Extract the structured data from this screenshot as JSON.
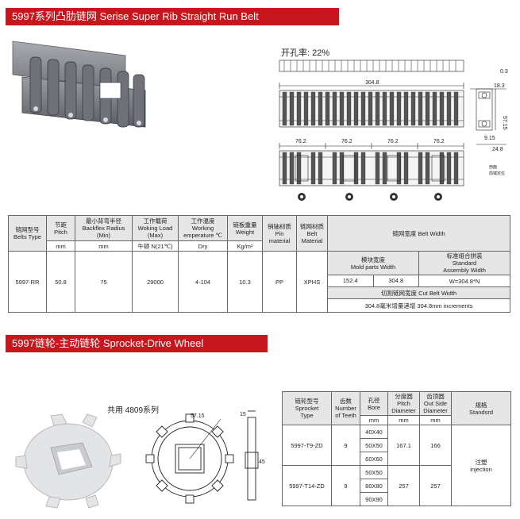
{
  "section1": {
    "title": "5997系列凸肋链网  Serise Super Rib Straight Run Belt",
    "open_area_label": "开孔率: 22%",
    "dims": {
      "width_total": "304.8",
      "pitch_seg": "76.2",
      "d_183": "18.3",
      "d_57": "57.15",
      "d_915": "9.15",
      "d_248": "24.8",
      "d_03": "0.3"
    },
    "note": "剖面 前端定位"
  },
  "belt_table": {
    "headers": {
      "type": "链网型号\nBelts Type",
      "pitch": "节距\nPitch",
      "radius": "最小背弯半径\nBackflex Radius\n(Min)",
      "load": "工作载荷\nWoking Load\n(Max)",
      "temp": "工作温度\nWorking\nemperature ℃",
      "weight": "链板重量\nWeight",
      "pin": "销轴材质\nPin\nmaterial",
      "belt": "链网材质\nBelt\nMaterial",
      "width": "链网宽度  Belt Width"
    },
    "units": {
      "pitch": "mm",
      "radius": "mm",
      "load": "牛顿 N(21℃)",
      "temp": "Dry",
      "weight": "Kg/m²"
    },
    "width_sub": {
      "mold": "模块宽度\nMold parts Width",
      "standard": "标准组合拼装\nStandard\nAssembly Width"
    },
    "row": {
      "type": "5997-RR",
      "pitch": "50.8",
      "radius": "75",
      "load": "29000",
      "temp": "4-104",
      "weight": "10.3",
      "pin": "PP",
      "belt": "XPHS",
      "mold1": "152.4",
      "mold2": "304.8",
      "standard": "W=304.8*N"
    },
    "cut_width": "切割链网宽度 Cut Belt Width",
    "increment": "304.8毫米增量递增 304.8mm increments"
  },
  "section2": {
    "title": "5997链轮-主动链轮  Sprocket-Drive Wheel",
    "common_use": "共用   4809系列",
    "dims": {
      "d_5715": "57.15",
      "d_15": "15",
      "d_45": "45"
    }
  },
  "sprocket_table": {
    "headers": {
      "type": "链轮型号\nSprocket\nType",
      "teeth": "齿数\nNumber\nof Teeth",
      "bore": "孔径\nBore",
      "pitch": "分度圆\nPitch\nDiameter",
      "od": "齿顶圆\nOut Side\nDiameter",
      "std": "规格\nStandsrd"
    },
    "units": {
      "bore": "mm",
      "pitch": "mm",
      "od": "mm"
    },
    "rows": [
      {
        "type": "5997-T9-ZD",
        "teeth": "9",
        "bores": [
          "40X40",
          "50X50",
          "60X60"
        ],
        "pitch": "167.1",
        "od": "166"
      },
      {
        "type": "5997-T14-ZD",
        "teeth": "9",
        "bores": [
          "50X50",
          "80X80",
          "90X90"
        ],
        "pitch": "257",
        "od": "257"
      }
    ],
    "std_value": "注塑\ninjection"
  }
}
